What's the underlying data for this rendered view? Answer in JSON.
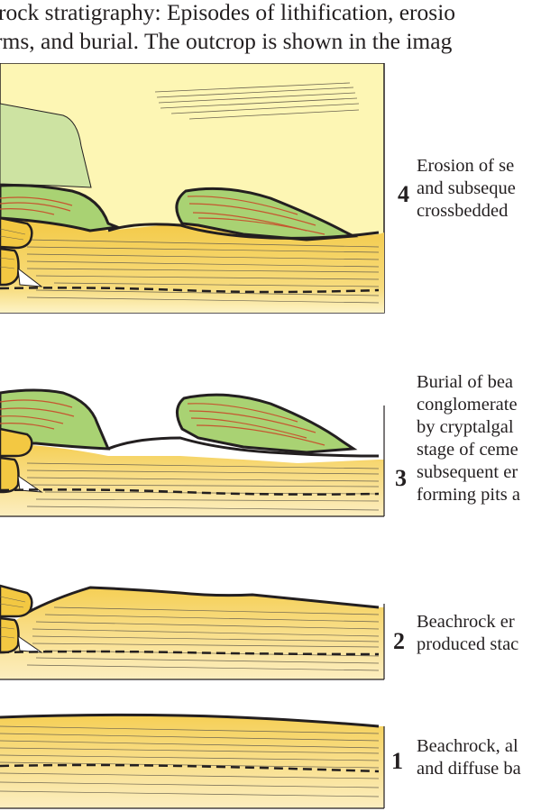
{
  "caption": {
    "line1": "rock stratigraphy: Episodes of lithification, erosio",
    "line2": "rms, and burial. The outcrop is shown in the imag"
  },
  "stages": [
    {
      "number": "4",
      "lines": [
        "Erosion of se",
        "and subseque",
        "crossbedded"
      ]
    },
    {
      "number": "3",
      "lines": [
        "Burial of bea",
        "conglomerate",
        "by cryptalgal",
        "stage of ceme",
        "subsequent er",
        "forming pits a"
      ]
    },
    {
      "number": "2",
      "lines": [
        "Beachrock er",
        "produced stac"
      ]
    },
    {
      "number": "1",
      "lines": [
        "Beachrock, al",
        "and diffuse ba"
      ]
    }
  ],
  "colors": {
    "sky": "#fdf6b4",
    "sandstone": "#f3c842",
    "sandstone_light": "#fbeaa0",
    "soil_green": "#b9dc84",
    "soil_green_dark": "#a4cf6e",
    "block_green": "#cde3a2",
    "laminae_red": "#c6552f",
    "outline": "#231f20"
  }
}
